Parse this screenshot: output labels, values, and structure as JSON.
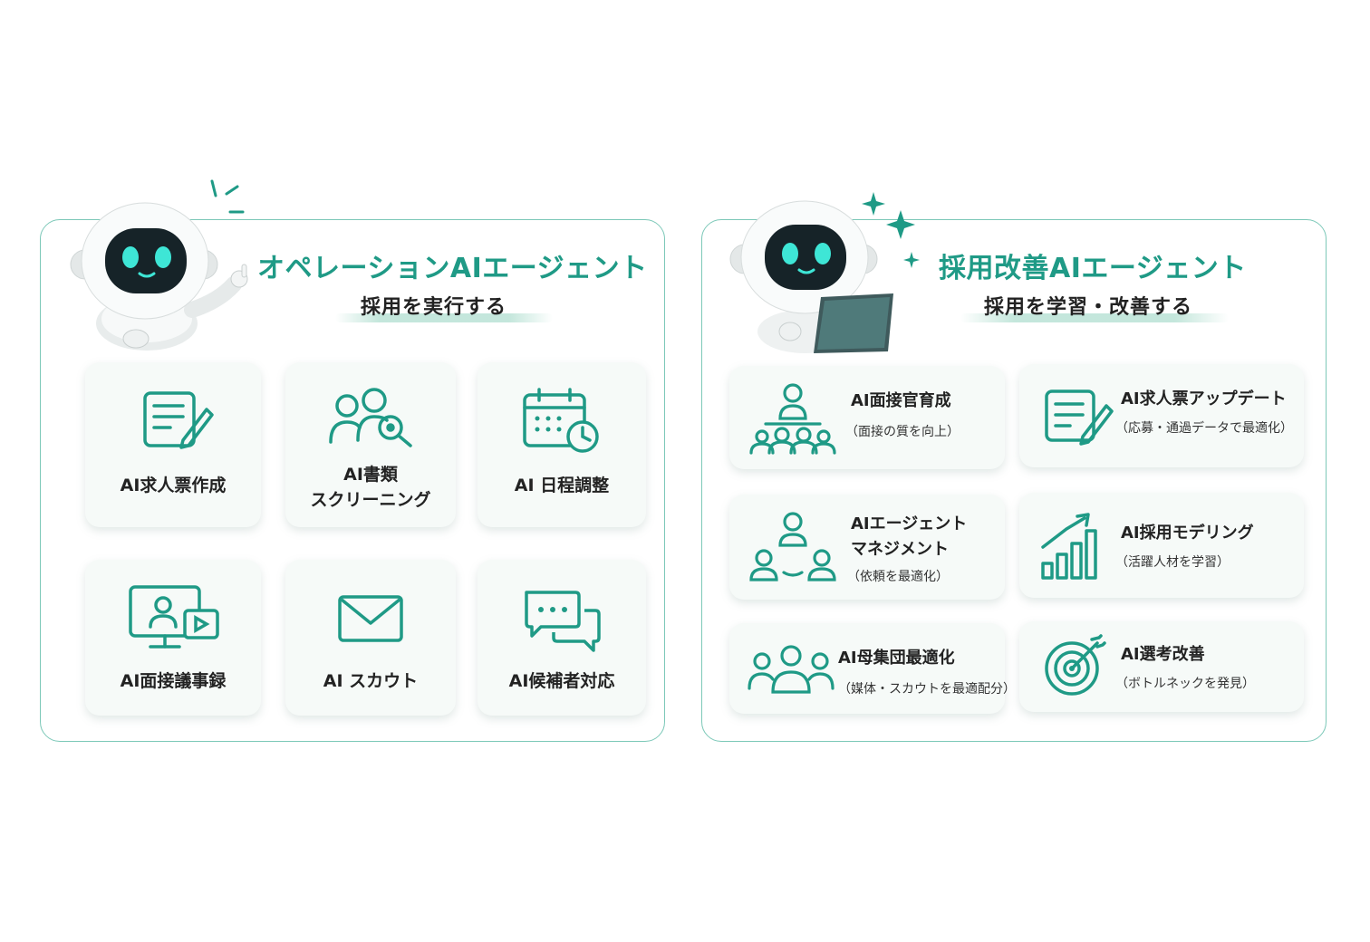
{
  "left_panel": {
    "title": "オペレーションAIエージェント",
    "subtitle": "採用を実行する",
    "cards": [
      {
        "label": "AI求人票作成",
        "icon": "document-edit-icon"
      },
      {
        "label_line1": "AI書類",
        "label_line2": "スクリーニング",
        "icon": "people-search-icon"
      },
      {
        "label": "AI 日程調整",
        "icon": "calendar-clock-icon"
      },
      {
        "label": "AI面接議事録",
        "icon": "video-meeting-icon"
      },
      {
        "label": "AI スカウト",
        "icon": "envelope-icon"
      },
      {
        "label": "AI候補者対応",
        "icon": "chat-bubbles-icon"
      }
    ]
  },
  "right_panel": {
    "title": "採用改善AIエージェント",
    "subtitle": "採用を学習・改善する",
    "cards": [
      {
        "label": "AI面接官育成",
        "sub": "（面接の質を向上）",
        "icon": "interviewer-group-icon"
      },
      {
        "label": "AI求人票アップデート",
        "sub": "（応募・通過データで最適化）",
        "icon": "document-edit-icon"
      },
      {
        "label_line1": "AIエージェント",
        "label_line2": "マネジメント",
        "sub": "（依頼を最適化）",
        "icon": "agent-network-icon"
      },
      {
        "label": "AI採用モデリング",
        "sub": "（活躍人材を学習）",
        "icon": "growth-chart-icon"
      },
      {
        "label": "AI母集団最適化",
        "sub": "（媒体・スカウトを最適配分）",
        "icon": "group-icon"
      },
      {
        "label": "AI選考改善",
        "sub": "（ボトルネックを発見）",
        "icon": "target-icon"
      }
    ]
  },
  "colors": {
    "accent": "#1f9a86",
    "border": "#7cc8b8",
    "card_bg": "#f6faf8",
    "robot_eye": "#3ee6d6"
  }
}
